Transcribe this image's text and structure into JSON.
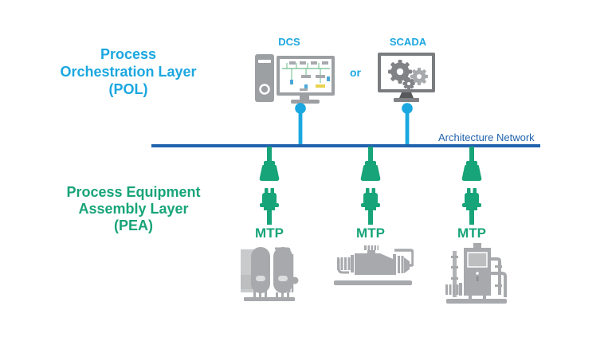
{
  "pol": {
    "label": "Process\nOrchestration Layer\n(POL)"
  },
  "pea": {
    "label": "Process Equipment\nAssembly Layer\n(PEA)"
  },
  "dcs": {
    "label": "DCS"
  },
  "scada": {
    "label": "SCADA"
  },
  "or_label": "or",
  "network": {
    "label": "Architecture Network"
  },
  "mtp": [
    {
      "label": "MTP"
    },
    {
      "label": "MTP"
    },
    {
      "label": "MTP"
    }
  ],
  "icons": {
    "dcs_workstation": "computer-tower-with-process-screen",
    "scada_monitor": "monitor-with-gears",
    "network_drop": "blue-pin-connector",
    "mtp_plug": "green-plug-pair",
    "equipment": [
      "twin-tank-unit",
      "pump-compressor-unit",
      "skid-cabinet-unit"
    ]
  },
  "colors": {
    "cyan": "#1BA7E0",
    "green": "#17A478",
    "dark_blue": "#2063AD",
    "gray": "#A7A9AC",
    "dark_gray": "#808285",
    "light_gray": "#C9CACC",
    "yellow": "#E8D44D"
  }
}
